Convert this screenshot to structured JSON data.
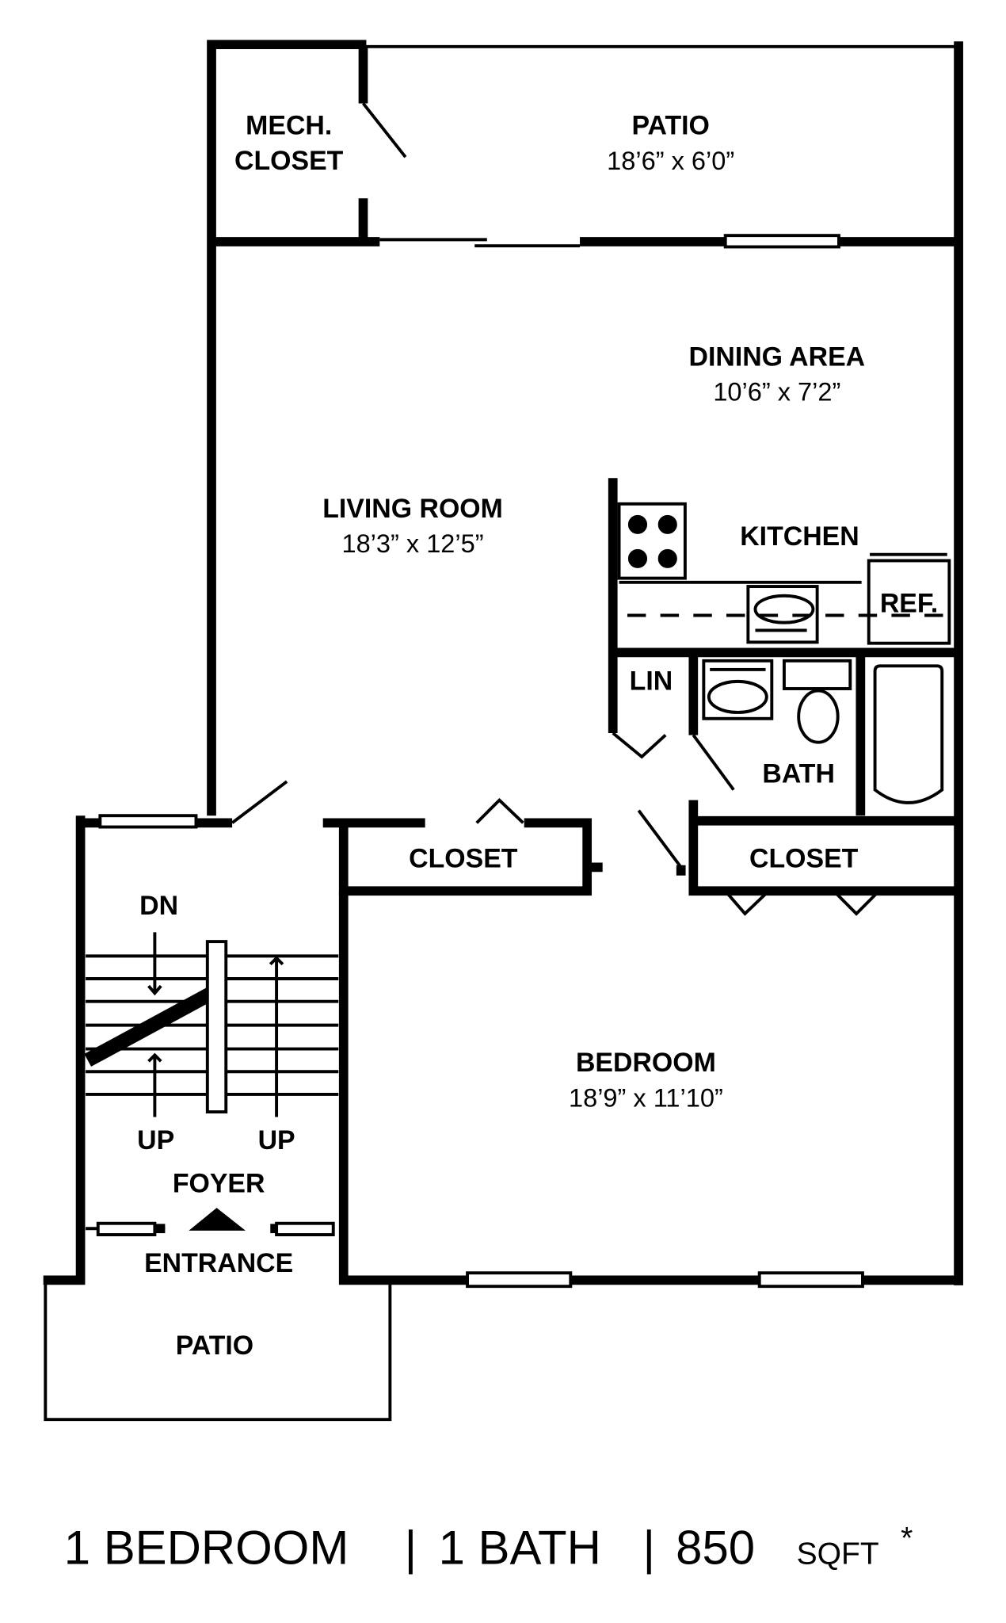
{
  "rooms": {
    "mech_closet": {
      "line1": "MECH.",
      "line2": "CLOSET"
    },
    "patio_rear": {
      "label": "PATIO",
      "dim": "18’6” x 6’0”"
    },
    "dining": {
      "label": "DINING AREA",
      "dim": "10’6” x 7’2”"
    },
    "living": {
      "label": "LIVING ROOM",
      "dim": "18’3” x 12’5”"
    },
    "kitchen": {
      "label": "KITCHEN"
    },
    "ref": {
      "label": "REF."
    },
    "linen": {
      "label": "LIN"
    },
    "bath": {
      "label": "BATH"
    },
    "closet_living": {
      "label": "CLOSET"
    },
    "closet_bedroom": {
      "label": "CLOSET"
    },
    "bedroom": {
      "label": "BEDROOM",
      "dim": "18’9” x 11’10”"
    },
    "stairs": {
      "down": "DN",
      "up_left": "UP",
      "up_right": "UP"
    },
    "foyer": {
      "label": "FOYER"
    },
    "entrance": {
      "label": "ENTRANCE"
    },
    "patio_front": {
      "label": "PATIO"
    }
  },
  "footer": {
    "beds": "1 BEDROOM",
    "sep1": "|",
    "baths": "1 BATH",
    "sep2": "|",
    "area": "850",
    "unit": "SQFT",
    "asterisk": "*"
  }
}
